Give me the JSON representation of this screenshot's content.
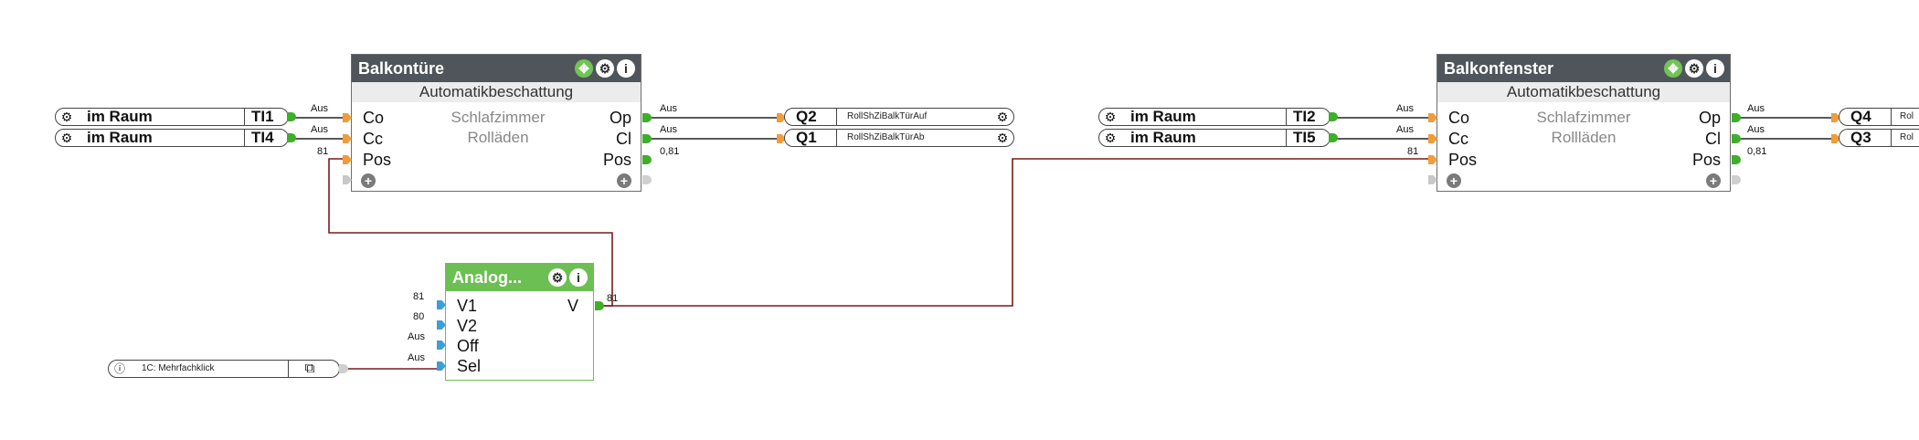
{
  "wire_color": "#7a1a1a",
  "blocks": {
    "balkontuere": {
      "title": "Balkontüre",
      "subtitle": "Automatikbeschattung",
      "description": [
        "Schlafzimmer",
        "Rolläden"
      ],
      "inputs": [
        "Co",
        "Cc",
        "Pos"
      ],
      "outputs": [
        "Op",
        "Cl",
        "Pos"
      ],
      "input_values": [
        "Aus",
        "Aus",
        "81"
      ],
      "output_values": [
        "Aus",
        "Aus",
        "0,81"
      ]
    },
    "balkonfenster": {
      "title": "Balkonfenster",
      "subtitle": "Automatikbeschattung",
      "description": [
        "Schlafzimmer",
        "Rollläden"
      ],
      "inputs": [
        "Co",
        "Cc",
        "Pos"
      ],
      "outputs": [
        "Op",
        "Cl",
        "Pos"
      ],
      "input_values": [
        "Aus",
        "Aus",
        "81"
      ],
      "output_values": [
        "Aus",
        "Aus",
        "0,81"
      ]
    },
    "analog": {
      "title": "Analog...",
      "inputs": [
        "V1",
        "V2",
        "Off",
        "Sel"
      ],
      "outputs": [
        "V"
      ],
      "input_values": [
        "81",
        "80",
        "Aus",
        "Aus"
      ],
      "output_values": [
        "81"
      ]
    }
  },
  "input_pills": [
    {
      "label": "im Raum",
      "id": "TI1"
    },
    {
      "label": "im Raum",
      "id": "TI4"
    },
    {
      "label": "im Raum",
      "id": "TI2"
    },
    {
      "label": "im Raum",
      "id": "TI5"
    }
  ],
  "output_pills": [
    {
      "id": "Q2",
      "label": "RollShZiBalkTürAuf"
    },
    {
      "id": "Q1",
      "label": "RollShZiBalkTürAb"
    },
    {
      "id": "Q4",
      "label": "Rol"
    },
    {
      "id": "Q3",
      "label": "Rol"
    }
  ],
  "trigger_pill": {
    "label": "1C: Mehrfachklick",
    "icon": "info-icon",
    "action_icon": "export-icon"
  },
  "icons": {
    "gear": "gear-icon",
    "info": "info-icon",
    "plus": "plus-icon",
    "move": "move-icon"
  }
}
